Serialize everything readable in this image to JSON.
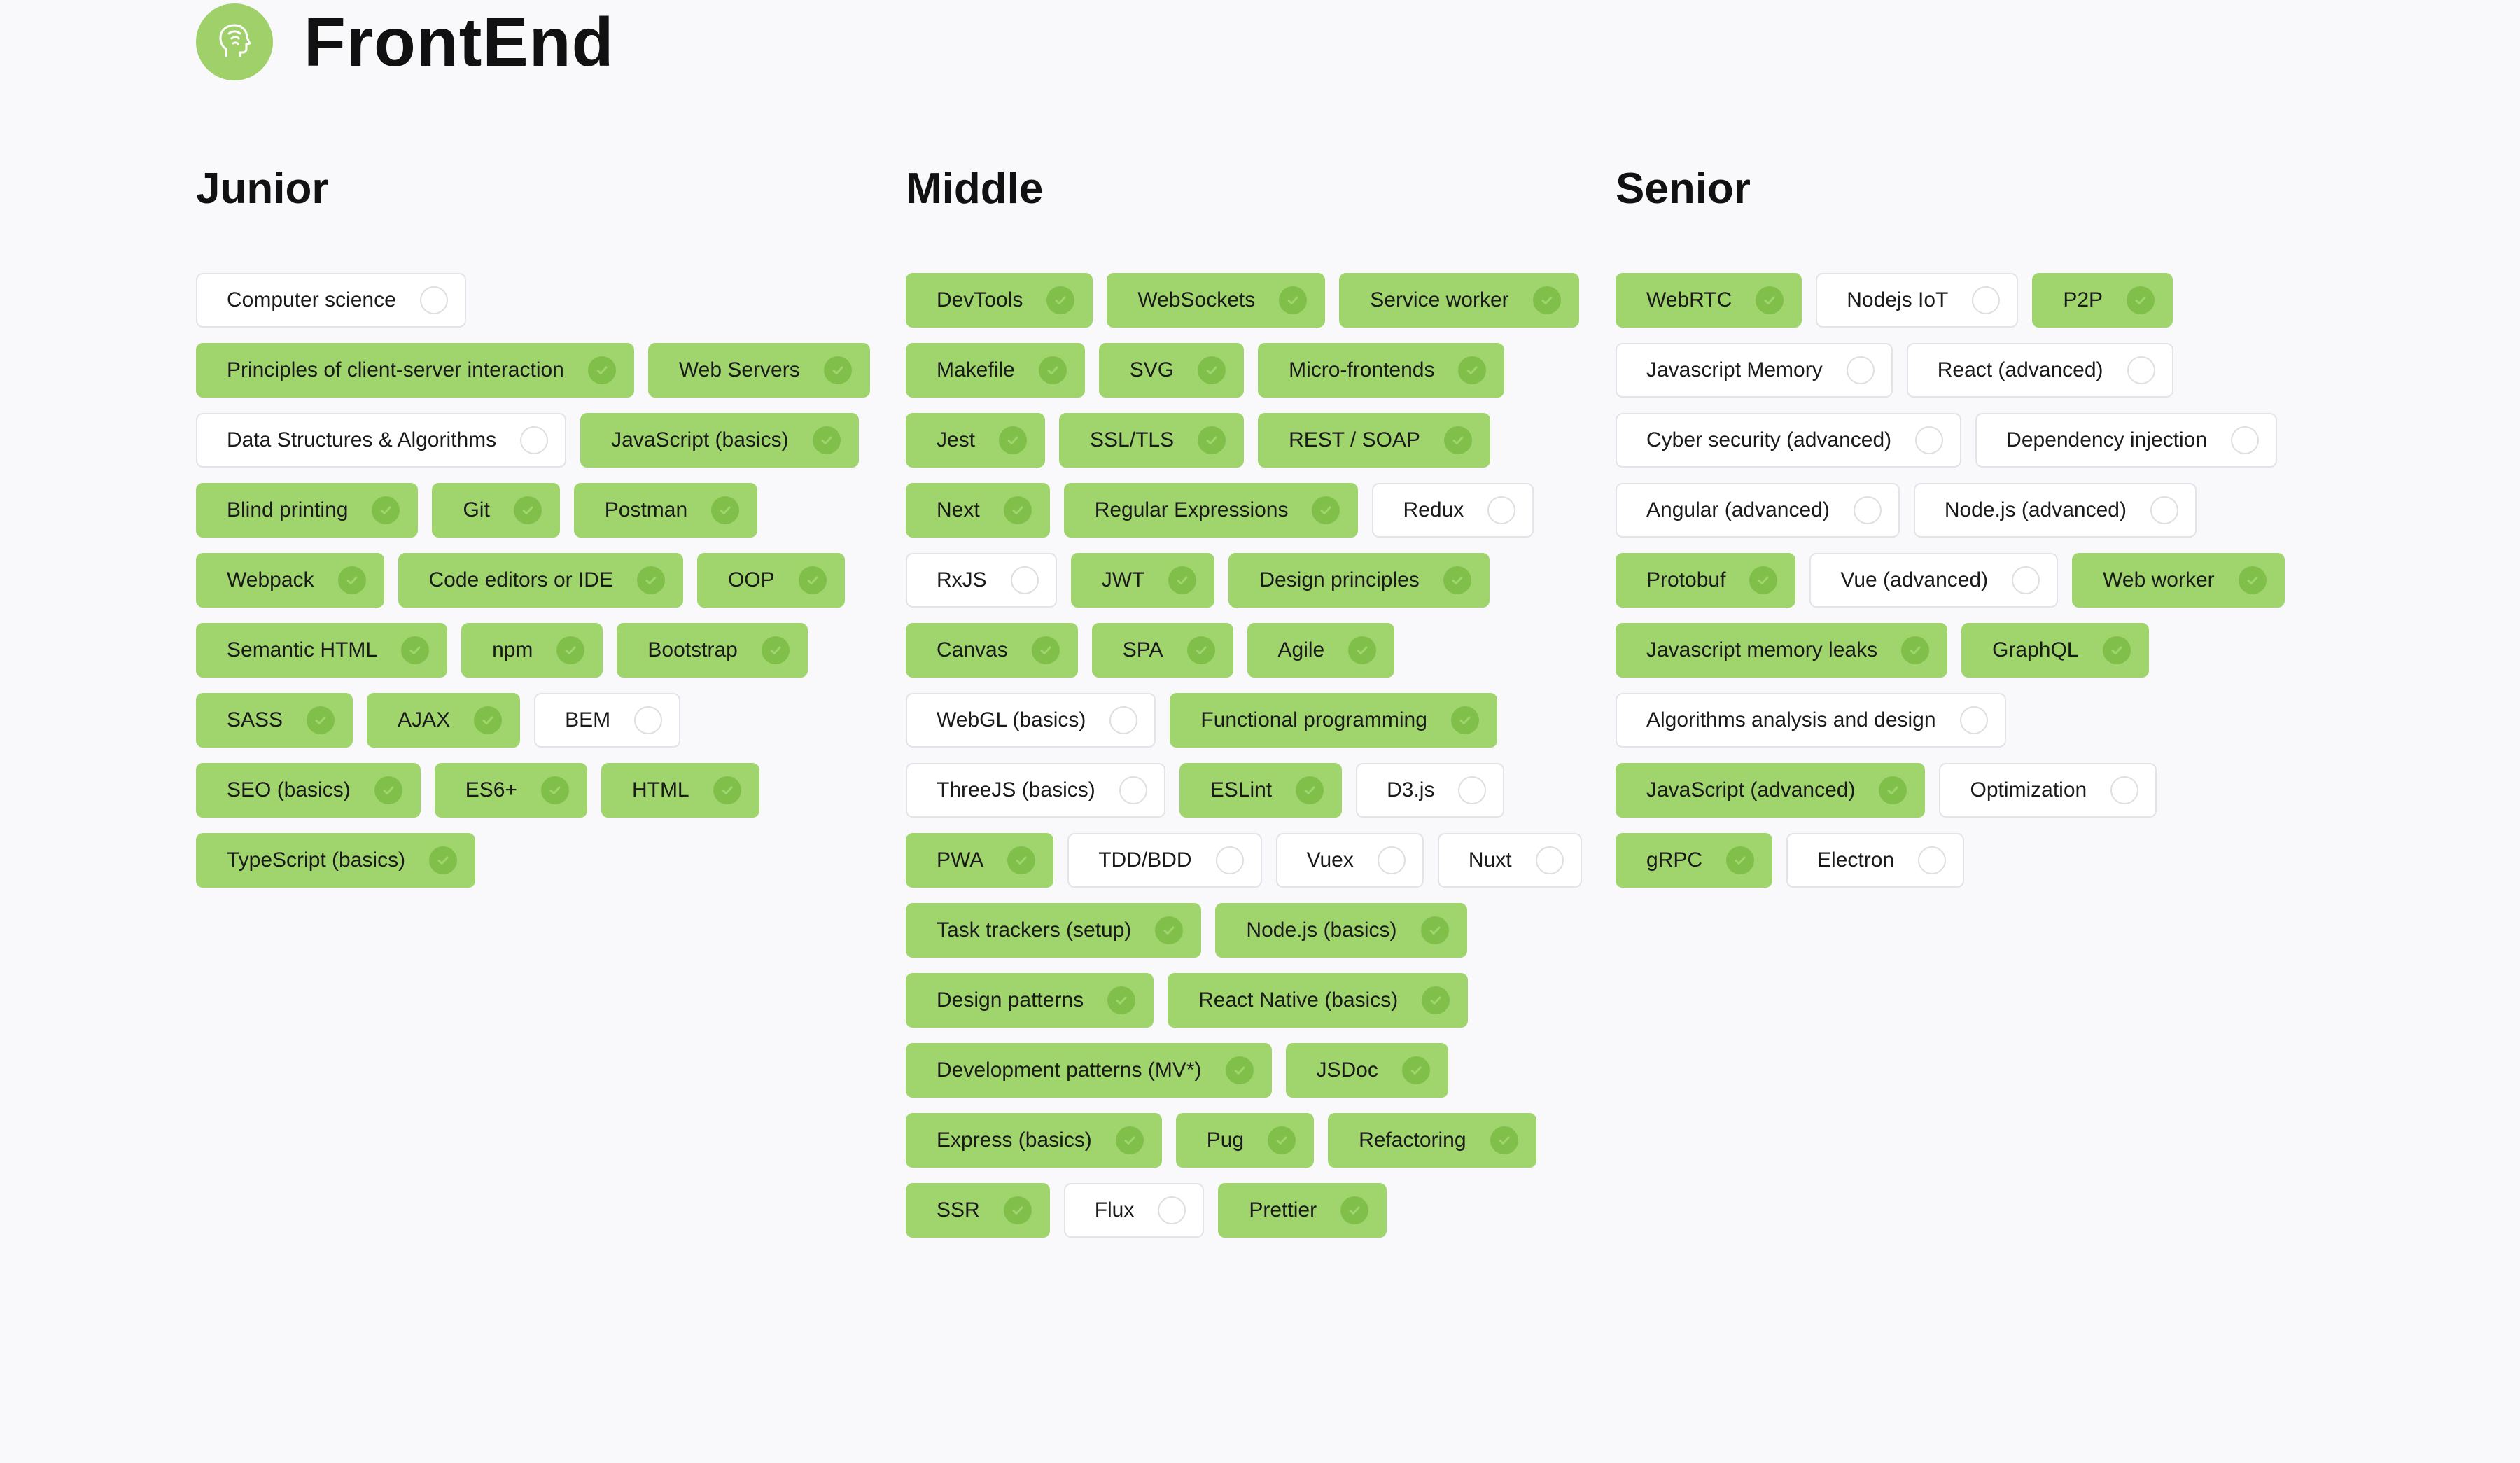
{
  "header": {
    "title": "FrontEnd",
    "logo_icon": "developer-head-icon"
  },
  "colors": {
    "background": "#f9f9fb",
    "done_chip": "#a0d46d",
    "done_check": "#7fbf4a",
    "todo_chip": "#ffffff",
    "todo_border": "#e3e3e8"
  },
  "columns": [
    {
      "title": "Junior",
      "skills": [
        {
          "label": "Computer science",
          "done": false
        },
        {
          "label": "Principles of client-server interaction",
          "done": true
        },
        {
          "label": "Web Servers",
          "done": true
        },
        {
          "label": "Data Structures & Algorithms",
          "done": false
        },
        {
          "label": "JavaScript (basics)",
          "done": true
        },
        {
          "label": "Blind printing",
          "done": true
        },
        {
          "label": "Git",
          "done": true
        },
        {
          "label": "Postman",
          "done": true
        },
        {
          "label": "Webpack",
          "done": true
        },
        {
          "label": "Code editors or IDE",
          "done": true
        },
        {
          "label": "OOP",
          "done": true
        },
        {
          "label": "Semantic HTML",
          "done": true
        },
        {
          "label": "npm",
          "done": true
        },
        {
          "label": "Bootstrap",
          "done": true
        },
        {
          "label": "SASS",
          "done": true
        },
        {
          "label": "AJAX",
          "done": true
        },
        {
          "label": "BEM",
          "done": false
        },
        {
          "label": "SEO (basics)",
          "done": true
        },
        {
          "label": "ES6+",
          "done": true
        },
        {
          "label": "HTML",
          "done": true
        },
        {
          "label": "TypeScript (basics)",
          "done": true
        }
      ]
    },
    {
      "title": "Middle",
      "skills": [
        {
          "label": "DevTools",
          "done": true
        },
        {
          "label": "WebSockets",
          "done": true
        },
        {
          "label": "Service worker",
          "done": true
        },
        {
          "label": "Makefile",
          "done": true
        },
        {
          "label": "SVG",
          "done": true
        },
        {
          "label": "Micro-frontends",
          "done": true
        },
        {
          "label": "Jest",
          "done": true
        },
        {
          "label": "SSL/TLS",
          "done": true
        },
        {
          "label": "REST / SOAP",
          "done": true
        },
        {
          "label": "Next",
          "done": true
        },
        {
          "label": "Regular Expressions",
          "done": true
        },
        {
          "label": "Redux",
          "done": false
        },
        {
          "label": "RxJS",
          "done": false
        },
        {
          "label": "JWT",
          "done": true
        },
        {
          "label": "Design principles",
          "done": true
        },
        {
          "label": "Canvas",
          "done": true
        },
        {
          "label": "SPA",
          "done": true
        },
        {
          "label": "Agile",
          "done": true
        },
        {
          "label": "WebGL (basics)",
          "done": false
        },
        {
          "label": "Functional programming",
          "done": true
        },
        {
          "label": "ThreeJS (basics)",
          "done": false
        },
        {
          "label": "ESLint",
          "done": true
        },
        {
          "label": "D3.js",
          "done": false
        },
        {
          "label": "PWA",
          "done": true
        },
        {
          "label": "TDD/BDD",
          "done": false
        },
        {
          "label": "Vuex",
          "done": false
        },
        {
          "label": "Nuxt",
          "done": false
        },
        {
          "label": "Task trackers (setup)",
          "done": true
        },
        {
          "label": "Node.js (basics)",
          "done": true
        },
        {
          "label": "Design patterns",
          "done": true
        },
        {
          "label": "React Native (basics)",
          "done": true
        },
        {
          "label": "Development patterns (MV*)",
          "done": true
        },
        {
          "label": "JSDoc",
          "done": true
        },
        {
          "label": "Express (basics)",
          "done": true
        },
        {
          "label": "Pug",
          "done": true
        },
        {
          "label": "Refactoring",
          "done": true
        },
        {
          "label": "SSR",
          "done": true
        },
        {
          "label": "Flux",
          "done": false
        },
        {
          "label": "Prettier",
          "done": true
        }
      ]
    },
    {
      "title": "Senior",
      "skills": [
        {
          "label": "WebRTC",
          "done": true
        },
        {
          "label": "Nodejs IoT",
          "done": false
        },
        {
          "label": "P2P",
          "done": true
        },
        {
          "label": "Javascript Memory",
          "done": false
        },
        {
          "label": "React (advanced)",
          "done": false
        },
        {
          "label": "Cyber security (advanced)",
          "done": false
        },
        {
          "label": "Dependency injection",
          "done": false
        },
        {
          "label": "Angular (advanced)",
          "done": false
        },
        {
          "label": "Node.js (advanced)",
          "done": false
        },
        {
          "label": "Protobuf",
          "done": true
        },
        {
          "label": "Vue (advanced)",
          "done": false
        },
        {
          "label": "Web worker",
          "done": true
        },
        {
          "label": "Javascript memory leaks",
          "done": true
        },
        {
          "label": "GraphQL",
          "done": true
        },
        {
          "label": "Algorithms analysis and design",
          "done": false
        },
        {
          "label": "JavaScript (advanced)",
          "done": true
        },
        {
          "label": "Optimization",
          "done": false
        },
        {
          "label": "gRPC",
          "done": true
        },
        {
          "label": "Electron",
          "done": false
        }
      ]
    }
  ]
}
